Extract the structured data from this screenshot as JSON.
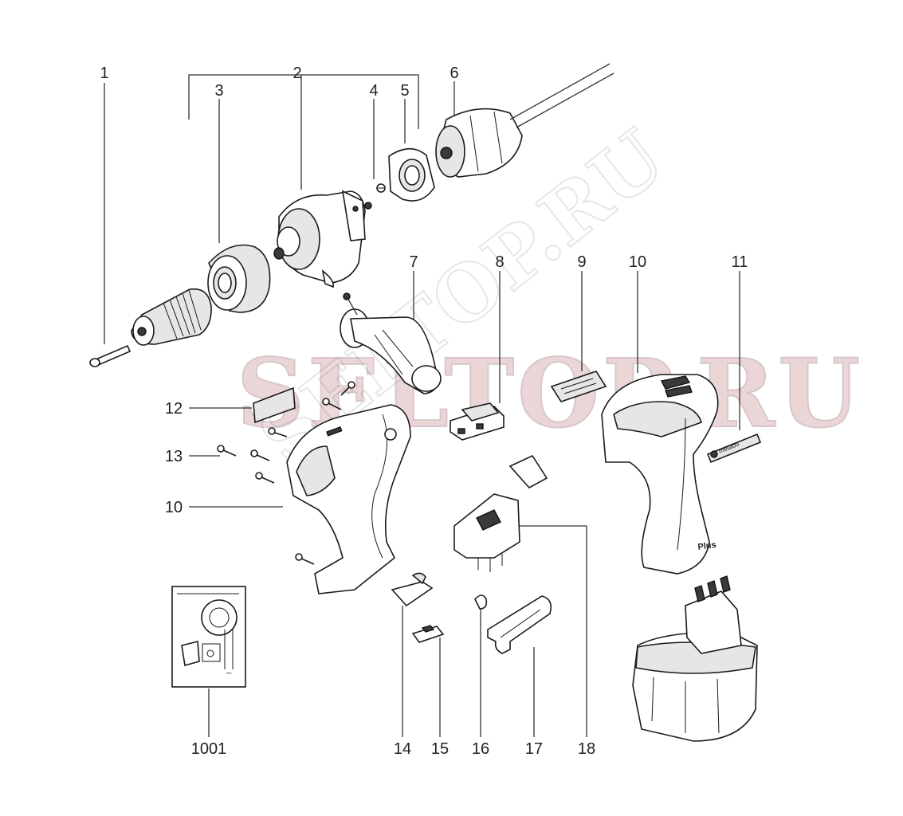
{
  "watermark": {
    "text": "SELTOP.RU",
    "diagonal_text": "SELTOP.RU",
    "color": "#b56a72"
  },
  "labels": {
    "l1": "1",
    "l2": "2",
    "l3": "3",
    "l4": "4",
    "l5": "5",
    "l6": "6",
    "l7": "7",
    "l8": "8",
    "l9": "9",
    "l10a": "10",
    "l11": "11",
    "l12": "12",
    "l13": "13",
    "l10b": "10",
    "l1001": "1001",
    "l14": "14",
    "l15": "15",
    "l16": "16",
    "l17": "17",
    "l18": "18"
  },
  "markings": {
    "plus": "Plus",
    "brand_badge": "metabo"
  }
}
